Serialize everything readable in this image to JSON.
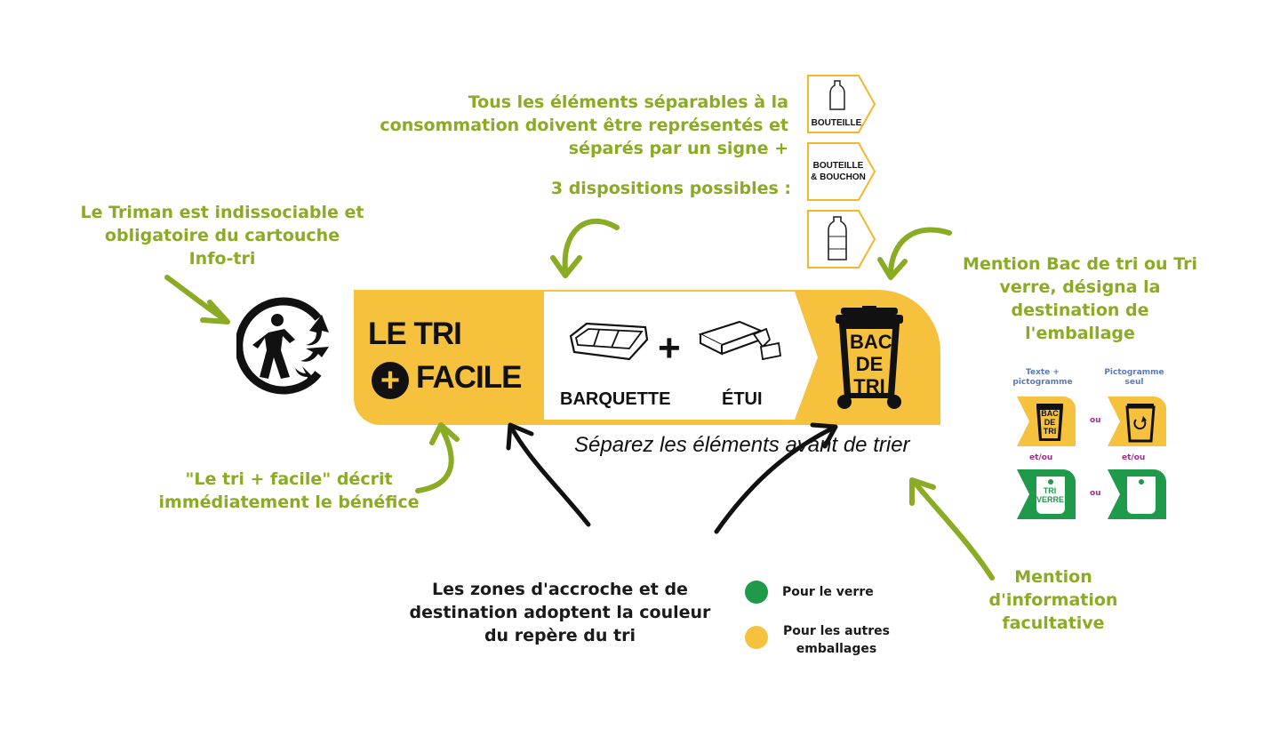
{
  "notes": {
    "elements": [
      "Tous les éléments séparables à la",
      "consommation doivent être représentés et",
      "séparés par un signe +"
    ],
    "dispositions": "3 dispositions possibles :",
    "triman": [
      "Le Triman est indissociable et",
      "obligatoire du cartouche",
      "Info-tri"
    ],
    "mention_bac": [
      "Mention Bac de tri ou Tri",
      "verre, désigna la",
      "destination de",
      "l'emballage"
    ],
    "le_tri_facile": [
      "\"Le tri + facile\" décrit",
      "immédiatement le bénéfice"
    ],
    "zones": [
      "Les zones d'accroche et de",
      "destination adoptent la couleur",
      "du repère du tri"
    ],
    "mention_info": [
      "Mention",
      "d'information",
      "facultative"
    ]
  },
  "tags": {
    "bouteille": "BOUTEILLE",
    "bouteille_bouchon": [
      "BOUTEILLE",
      "& BOUCHON"
    ]
  },
  "cartouche": {
    "le_tri": "LE TRI",
    "facile": "FACILE",
    "plus": "+",
    "item1": "BARQUETTE",
    "item2": "ÉTUI",
    "bac": [
      "BAC",
      "DE",
      "TRI"
    ],
    "separez": "Séparez les éléments avant de trier"
  },
  "legend": {
    "verre": "Pour le verre",
    "autres": [
      "Pour les autres",
      "emballages"
    ],
    "colors": {
      "verre": "#1e9a4a",
      "autres": "#f6c23e"
    }
  },
  "variants": {
    "texte_picto": [
      "Texte +",
      "pictogramme"
    ],
    "picto_seul": [
      "Pictogramme",
      "seul"
    ],
    "ou1": "ou",
    "ou2": "ou",
    "etou1": "et/ou",
    "etou2": "et/ou",
    "bac": [
      "BAC",
      "DE",
      "TRI"
    ],
    "tri_verre": [
      "TRI",
      "VERRE"
    ]
  },
  "colors": {
    "note_green": "#8aab24",
    "cartouche_yellow": "#f6c23e",
    "verre_green": "#1e9a4a"
  }
}
